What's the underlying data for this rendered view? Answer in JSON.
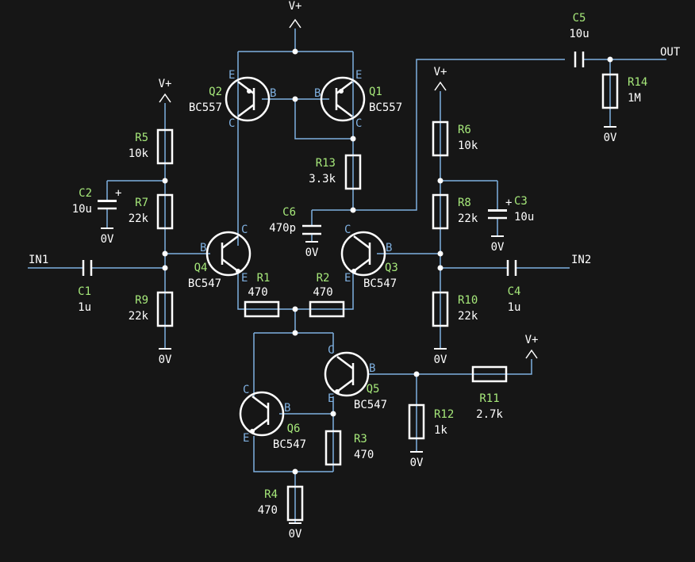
{
  "colors": {
    "background": "#161616",
    "wire": "#7fb0e0",
    "body": "#ffffff",
    "refdes": "#a6e87a",
    "value": "#ffffff",
    "pin_label": "#7fb0e0"
  },
  "nets": {
    "supply": "V+",
    "ground": "0V",
    "input1": "IN1",
    "input2": "IN2",
    "output": "OUT"
  },
  "pins": {
    "base": "B",
    "collector": "C",
    "emitter": "E"
  },
  "capacitor_polarity": "+",
  "transistors": [
    {
      "ref": "Q1",
      "value": "BC557"
    },
    {
      "ref": "Q2",
      "value": "BC557"
    },
    {
      "ref": "Q3",
      "value": "BC547"
    },
    {
      "ref": "Q4",
      "value": "BC547"
    },
    {
      "ref": "Q5",
      "value": "BC547"
    },
    {
      "ref": "Q6",
      "value": "BC547"
    }
  ],
  "resistors": [
    {
      "ref": "R1",
      "value": "470"
    },
    {
      "ref": "R2",
      "value": "470"
    },
    {
      "ref": "R3",
      "value": "470"
    },
    {
      "ref": "R4",
      "value": "470"
    },
    {
      "ref": "R5",
      "value": "10k"
    },
    {
      "ref": "R6",
      "value": "10k"
    },
    {
      "ref": "R7",
      "value": "22k"
    },
    {
      "ref": "R8",
      "value": "22k"
    },
    {
      "ref": "R9",
      "value": "22k"
    },
    {
      "ref": "R10",
      "value": "22k"
    },
    {
      "ref": "R11",
      "value": "2.7k"
    },
    {
      "ref": "R12",
      "value": "1k"
    },
    {
      "ref": "R13",
      "value": "3.3k"
    },
    {
      "ref": "R14",
      "value": "1M"
    }
  ],
  "capacitors": [
    {
      "ref": "C1",
      "value": "1u"
    },
    {
      "ref": "C2",
      "value": "10u"
    },
    {
      "ref": "C3",
      "value": "10u"
    },
    {
      "ref": "C4",
      "value": "1u"
    },
    {
      "ref": "C5",
      "value": "10u"
    },
    {
      "ref": "C6",
      "value": "470p"
    }
  ]
}
